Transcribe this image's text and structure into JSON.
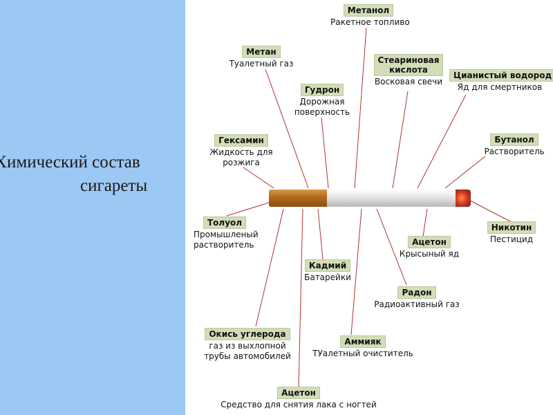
{
  "title": {
    "line1": "Химический состав",
    "line2": "сигареты"
  },
  "callouts": {
    "metanol": {
      "name": "Метанол",
      "desc": "Ракетное топливо"
    },
    "metan": {
      "name": "Метан",
      "desc": "Туалетный газ"
    },
    "stearin": {
      "name_line1": "Стеариновая",
      "name_line2": "кислота",
      "desc": "Восковая свечи"
    },
    "cyanide": {
      "name": "Цианистый водород",
      "desc": "Яд для смертников"
    },
    "gudron": {
      "name": "Гудрон",
      "desc_line1": "Дорожная",
      "desc_line2": "поверхность"
    },
    "geksamin": {
      "name": "Гексамин",
      "desc_line1": "Жидкость для",
      "desc_line2": "розжига"
    },
    "butanol": {
      "name": "Бутанол",
      "desc": "Растворитель"
    },
    "toluol": {
      "name": "Толуол",
      "desc_line1": "Промышленый",
      "desc_line2": "растворитель"
    },
    "nikotin": {
      "name": "Никотин",
      "desc": "Пестицид"
    },
    "aceton1": {
      "name": "Ацетон",
      "desc": "Крысыный яд"
    },
    "kadmiy": {
      "name": "Кадмий",
      "desc": "Батарейки"
    },
    "radon": {
      "name": "Радон",
      "desc": "Радиоактивный газ"
    },
    "co": {
      "name": "Окись углерода",
      "desc_line1": "газ из выхлопной",
      "desc_line2": "трубы автомобилей"
    },
    "ammiak": {
      "name": "Аммияк",
      "desc": "ТУалетный очиститель"
    },
    "aceton2": {
      "name": "Ацетон",
      "desc": "Средство для снятия лака с ногтей"
    }
  },
  "colors": {
    "panel": "#9cc8f4",
    "tag_bg": "#d2ddb7",
    "leader_line": "#b03030"
  }
}
